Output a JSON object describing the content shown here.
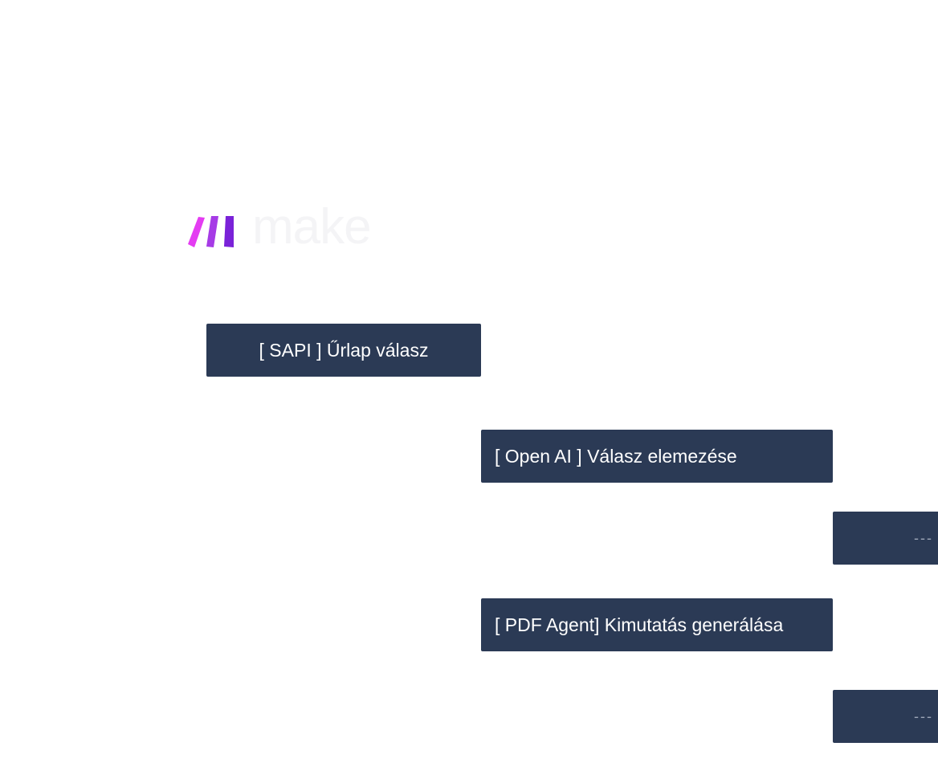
{
  "logo": {
    "wordmark": "make",
    "colors": [
      "#e43cf2",
      "#a63be6",
      "#7a22d8"
    ]
  },
  "top_right_text": "",
  "diagram": {
    "node_color": "#2b3a55",
    "nodes": [
      {
        "id": "sapi",
        "label": "[ SAPI ] Űrlap válasz"
      },
      {
        "id": "openai",
        "label": "[ Open AI ] Válasz elemezése"
      },
      {
        "id": "partial-1",
        "label": "---"
      },
      {
        "id": "pdf",
        "label": "[ PDF Agent] Kimutatás generálása"
      },
      {
        "id": "partial-2",
        "label": "---"
      }
    ]
  }
}
